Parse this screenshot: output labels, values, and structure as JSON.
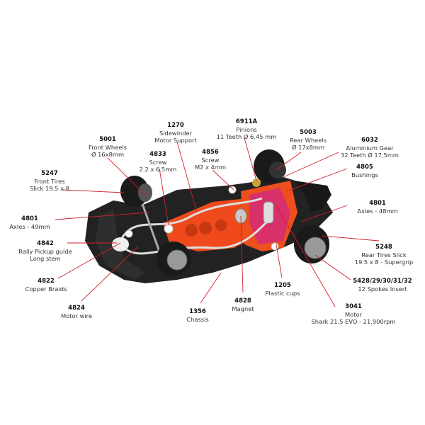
{
  "parts": [
    {
      "code": "5001",
      "lines": [
        "Front Wheels",
        "Ø 16x8mm"
      ]
    },
    {
      "code": "1270",
      "lines": [
        "Sidewinder",
        "Motor Support"
      ]
    },
    {
      "code": "4833",
      "lines": [
        "Screw",
        "2.2 x 6.5mm"
      ]
    },
    {
      "code": "4856",
      "lines": [
        "Screw",
        "M2 x 4mm"
      ]
    },
    {
      "code": "6911A",
      "lines": [
        "Pinions",
        "11 Teeth Ø 6,45 mm"
      ]
    },
    {
      "code": "5003",
      "lines": [
        "Rear Wheels",
        "Ø 17x8mm"
      ]
    },
    {
      "code": "6032",
      "lines": [
        "Aluminium Gear",
        "32 Teeth Ø 17,5mm"
      ]
    },
    {
      "code": "4805",
      "lines": [
        "Bushings"
      ]
    },
    {
      "code": "4801",
      "lines": [
        "Axles - 48mm"
      ]
    },
    {
      "code": "5248",
      "lines": [
        "Rear Tires Slick",
        "19.5 x 8 - Supergrip"
      ]
    },
    {
      "code": "5428/29/30/31/32",
      "lines": [
        "12 Spokes Insert"
      ]
    },
    {
      "code": "3041",
      "lines": [
        "Motor",
        "Shark 21.5 EVO - 21.900rpm"
      ]
    },
    {
      "code": "1205",
      "lines": [
        "Plastic cups"
      ]
    },
    {
      "code": "4828",
      "lines": [
        "Magnet"
      ]
    },
    {
      "code": "1356",
      "lines": [
        "Chassis"
      ]
    },
    {
      "code": "4824",
      "lines": [
        "Motor wire"
      ]
    },
    {
      "code": "4822",
      "lines": [
        "Copper Braids"
      ]
    },
    {
      "code": "4842",
      "lines": [
        "Rally Pickup guide",
        "Long stem"
      ]
    },
    {
      "code": "4801",
      "lines": [
        "Axles - 49mm"
      ]
    },
    {
      "code": "5247",
      "lines": [
        "Front Tires",
        "Slick 19.5 x 8"
      ]
    }
  ],
  "colors": {
    "leader": "#d0202a",
    "chassis": "#1e1e1e",
    "mount": "#f04a1c",
    "motor": "#d8306a"
  }
}
